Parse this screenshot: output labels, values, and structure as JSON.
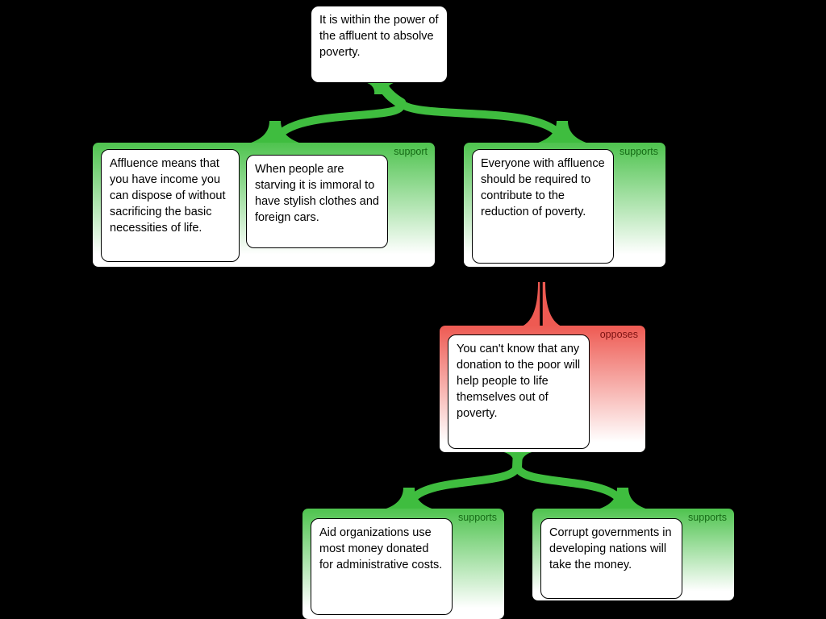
{
  "colors": {
    "support_green": "#4ec34e",
    "connector_green": "#3fbd3f",
    "oppose_red": "#ee5a52",
    "support_label": "#166b16",
    "oppose_label": "#7c1212",
    "background": "#000000"
  },
  "map": {
    "root_claim": "It is within the power of the affluent to absolve poverty.",
    "groups": [
      {
        "label": "support",
        "relation": "support",
        "claims": [
          "Affluence means that you have income you can dispose of without sacrificing the basic necessities of life.",
          "When people are starving it is immoral to have stylish clothes and foreign cars."
        ]
      },
      {
        "label": "supports",
        "relation": "support",
        "claims": [
          "Everyone with affluence should be required to contribute to the reduction of poverty."
        ]
      },
      {
        "label": "opposes",
        "relation": "oppose",
        "claims": [
          "You can't know that any donation to the poor will help people to life themselves out of poverty."
        ]
      },
      {
        "label": "supports",
        "relation": "support",
        "claims": [
          "Aid organizations use most money donated for administrative costs."
        ]
      },
      {
        "label": "supports",
        "relation": "support",
        "claims": [
          "Corrupt governments in developing nations will take the money."
        ]
      }
    ]
  }
}
